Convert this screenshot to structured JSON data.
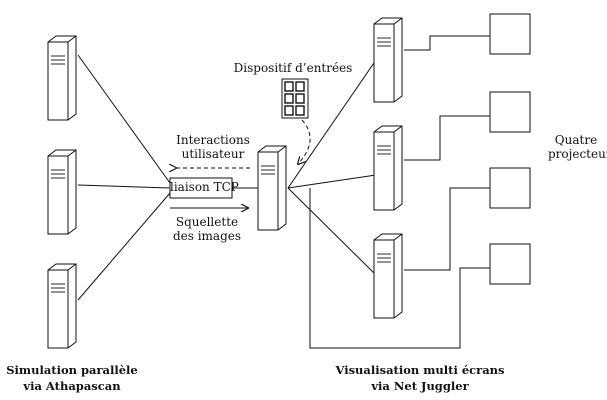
{
  "labels": {
    "input_device": "Dispositif d’entrées",
    "interactions_line1": "Interactions",
    "interactions_line2": "utilisateur",
    "tcp_link": "liaison TCP",
    "skeleton_line1": "Squellette",
    "skeleton_line2": "des images",
    "projectors_line1": "Quatre",
    "projectors_line2": "projecteurs",
    "simulation_line1": "Simulation parallèle",
    "simulation_line2": "via Athapascan",
    "visualisation_line1": "Visualisation multi écrans",
    "visualisation_line2": "via Net Juggler"
  },
  "colors": {
    "stroke": "#111111",
    "background": "#ffffff"
  }
}
